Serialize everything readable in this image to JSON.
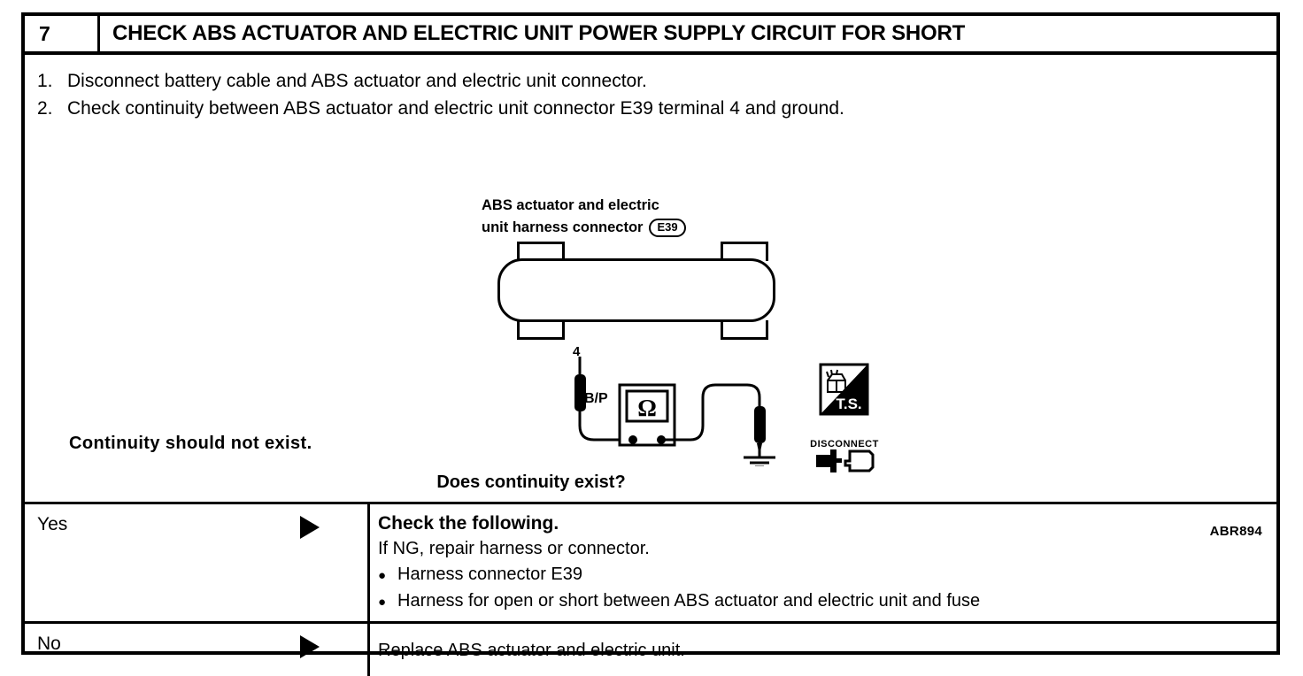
{
  "header": {
    "step_number": "7",
    "title": "CHECK ABS ACTUATOR AND ELECTRIC UNIT POWER SUPPLY CIRCUIT FOR SHORT"
  },
  "instructions": [
    {
      "marker": "1.",
      "text": "Disconnect battery cable and ABS actuator and electric unit connector."
    },
    {
      "marker": "2.",
      "text": "Check continuity between ABS actuator and electric unit connector E39 terminal 4 and ground."
    }
  ],
  "figure": {
    "caption_line1": "ABS actuator and electric",
    "caption_line2": "unit harness connector",
    "connector_code": "E39",
    "terminal_number": "4",
    "wire_color_code": "B/P",
    "meter_symbol": "Ω",
    "tool_stamp_label": "T.S.",
    "disconnect_label": "DISCONNECT",
    "figure_code": "ABR894"
  },
  "result_note": "Continuity should not exist.",
  "question": "Does continuity exist?",
  "answers": [
    {
      "label": "Yes",
      "heading": "Check the following.",
      "subtext": "If NG, repair harness or connector.",
      "bullets": [
        "Harness connector E39",
        "Harness for open or short between ABS actuator and electric unit and fuse"
      ]
    },
    {
      "label": "No",
      "body": "Replace ABS actuator and electric unit."
    }
  ]
}
